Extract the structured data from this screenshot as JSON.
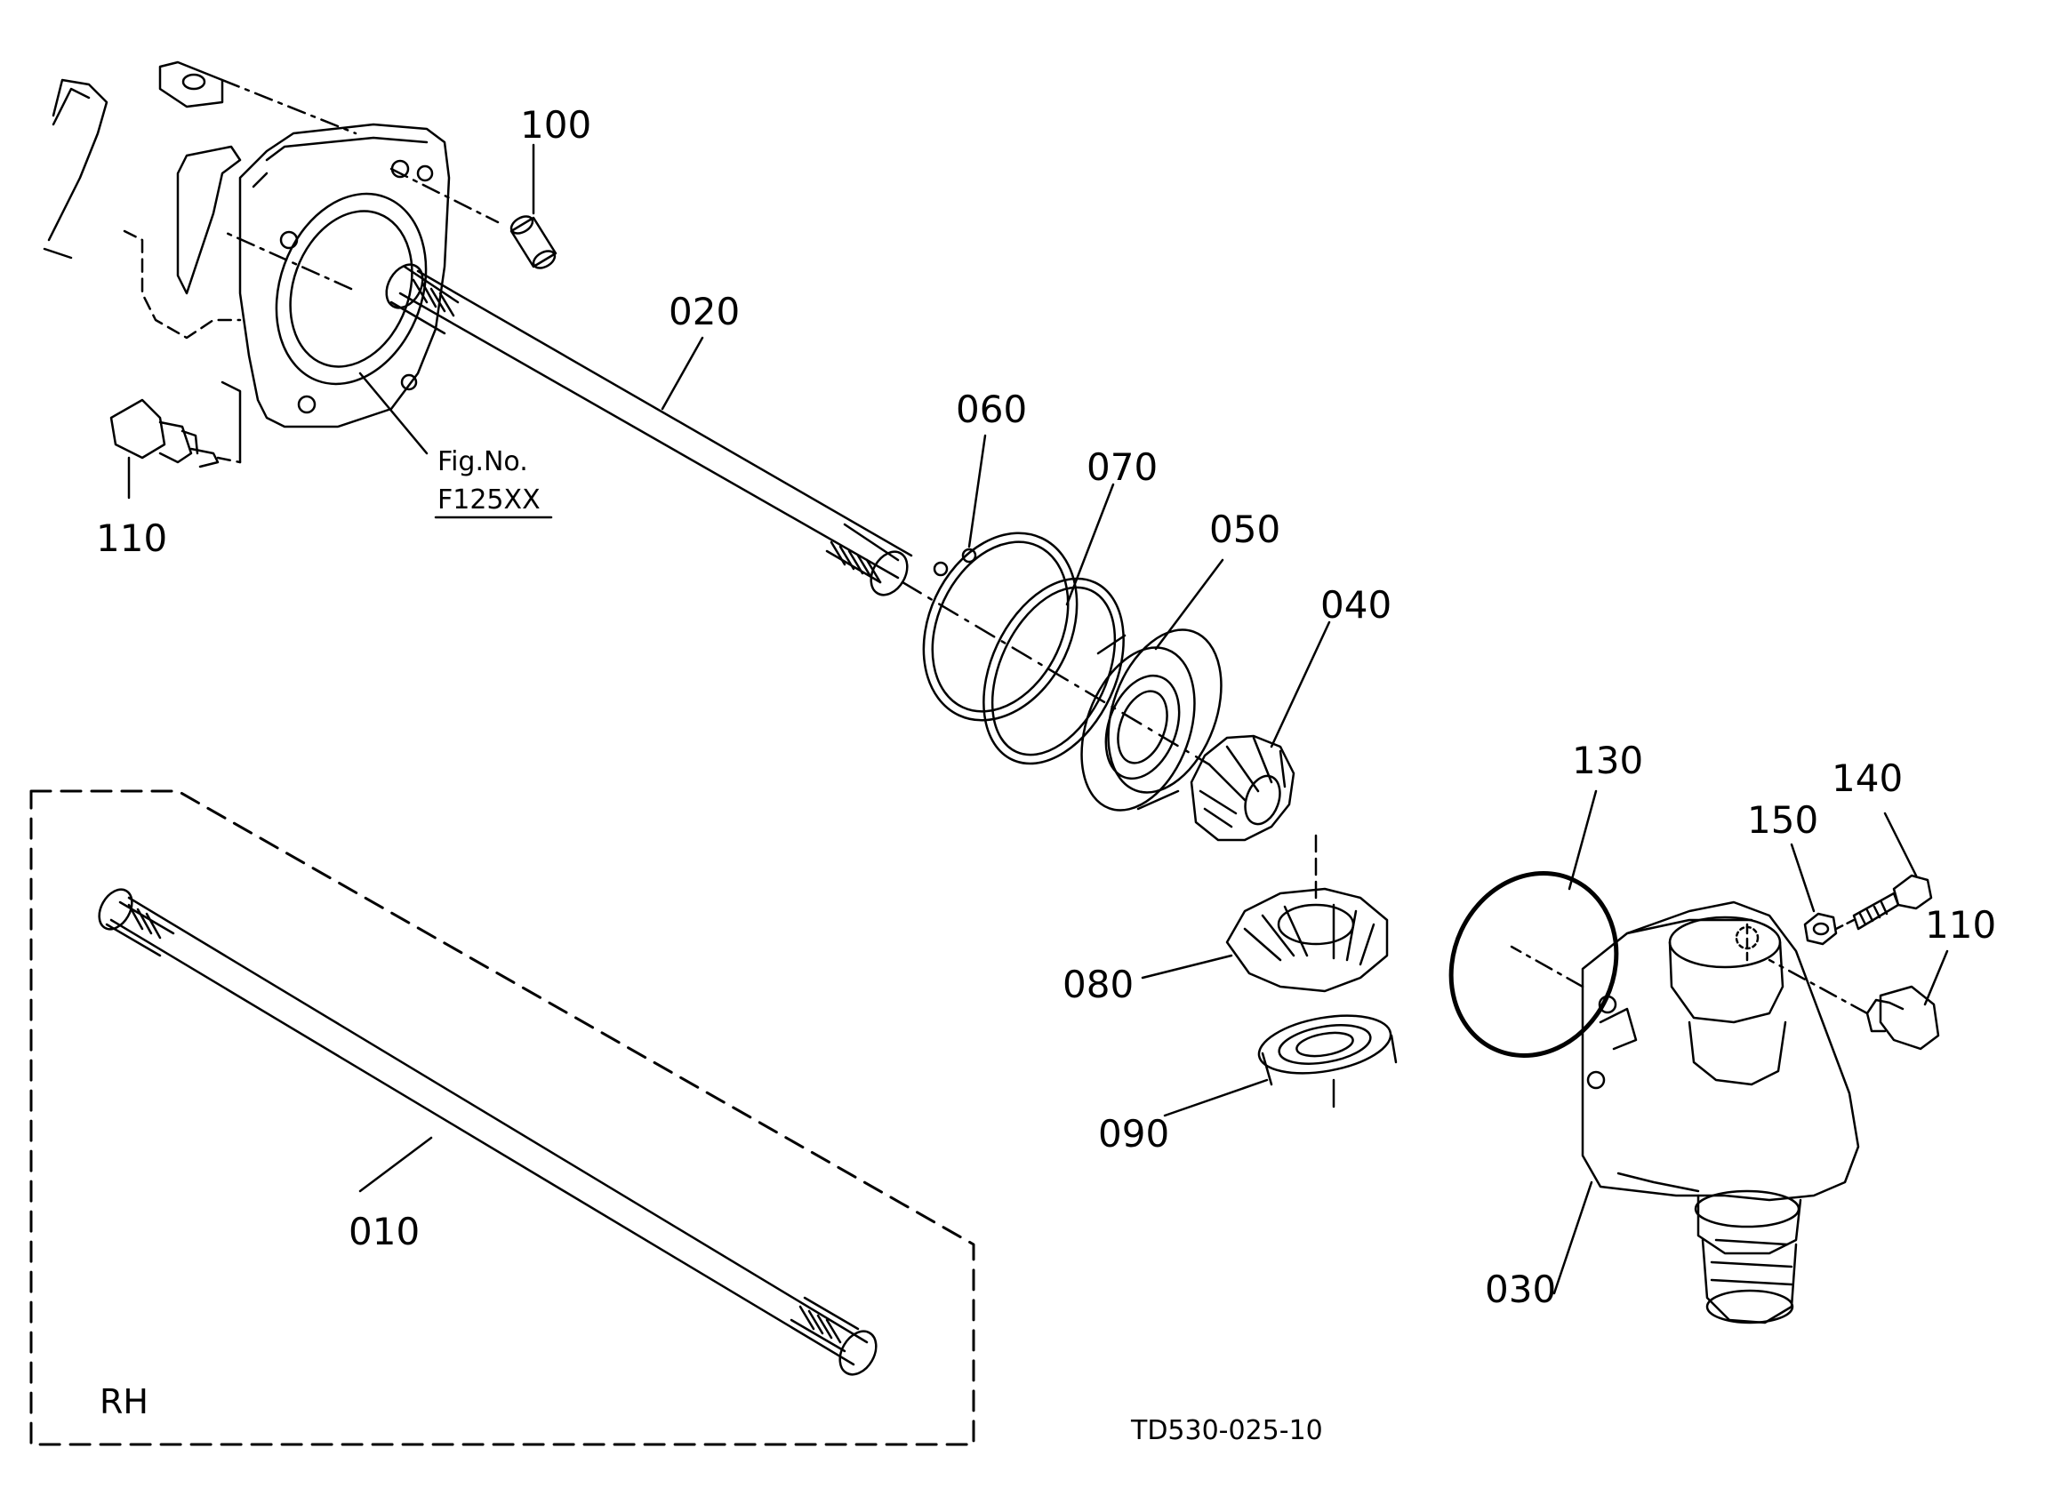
{
  "callouts": {
    "c010": "010",
    "c020": "020",
    "c030": "030",
    "c040": "040",
    "c050": "050",
    "c060": "060",
    "c070": "070",
    "c080": "080",
    "c090": "090",
    "c100": "100",
    "c110a": "110",
    "c110b": "110",
    "c130": "130",
    "c140": "140",
    "c150": "150"
  },
  "figure_ref": {
    "line1": "Fig.No.",
    "line2": "F125XX"
  },
  "variant_label": "RH",
  "drawing_code": "TD530-025-10"
}
